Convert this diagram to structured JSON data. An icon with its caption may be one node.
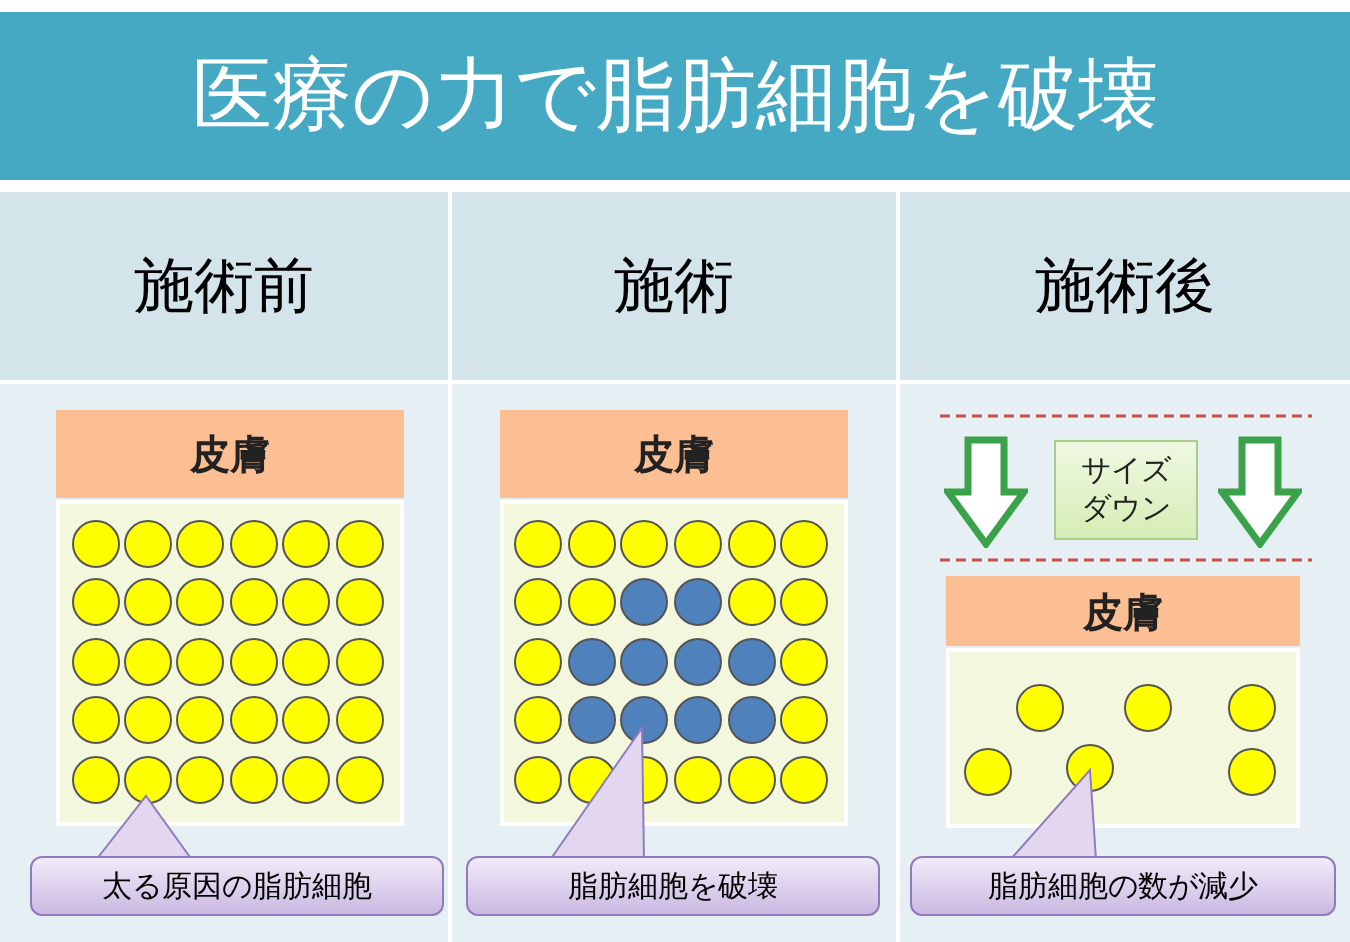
{
  "diagram": {
    "title": "医療の力で脂肪細胞を破壊",
    "nodes": [
      {
        "text": [
          "施術前"
        ]
      },
      {
        "text": [
          "施術"
        ]
      },
      {
        "text": [
          "施術後"
        ]
      },
      {
        "text": [
          "皮膚"
        ]
      },
      {
        "text": [
          "太る原因の脂肪細胞"
        ]
      },
      {
        "text": [
          "皮膚"
        ]
      },
      {
        "text": [
          "脂肪細胞を破壊"
        ]
      },
      {
        "text": [
          "サイズダウン"
        ]
      },
      {
        "text": [
          "皮膚"
        ]
      },
      {
        "text": [
          "脂肪細胞の数が減少"
        ]
      }
    ],
    "edges": [
      {
        "from": null,
        "to": 8,
        "arrow": "to"
      },
      {
        "from": null,
        "to": 8,
        "arrow": "to"
      }
    ]
  }
}
